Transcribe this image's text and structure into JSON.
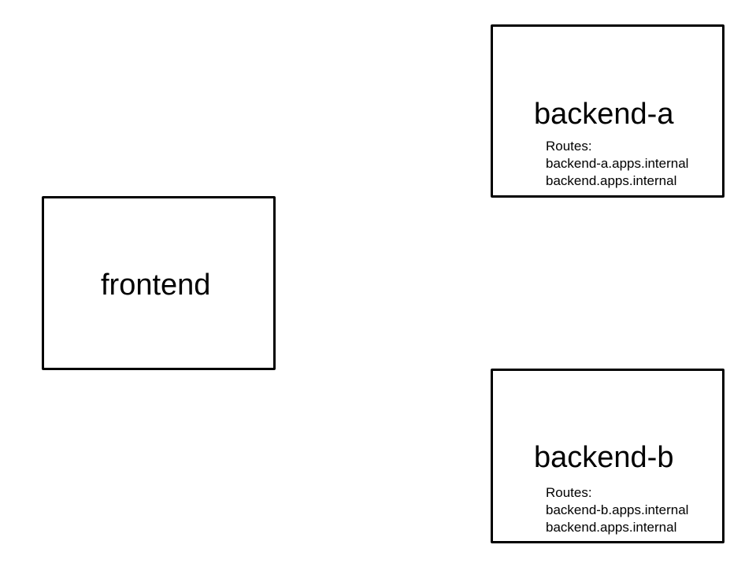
{
  "nodes": {
    "frontend": {
      "label": "frontend"
    },
    "backend_a": {
      "label": "backend-a",
      "routes_heading": "Routes:",
      "routes": [
        "backend-a.apps.internal",
        "backend.apps.internal"
      ]
    },
    "backend_b": {
      "label": "backend-b",
      "routes_heading": "Routes:",
      "routes": [
        "backend-b.apps.internal",
        "backend.apps.internal"
      ]
    }
  }
}
